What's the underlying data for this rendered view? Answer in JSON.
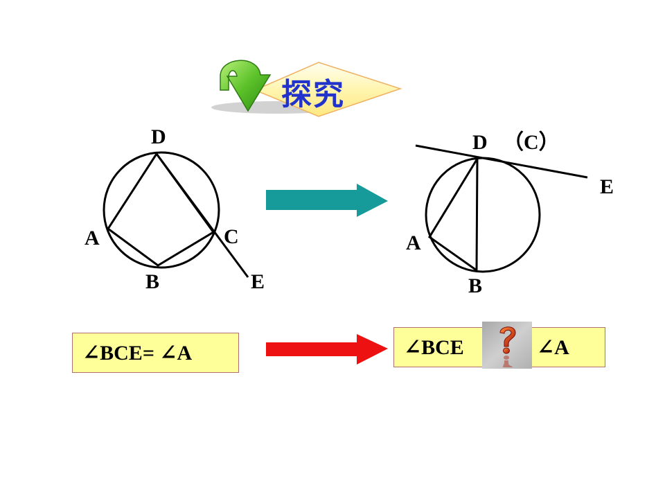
{
  "slide": {
    "title": "探究"
  },
  "left_figure": {
    "labels": {
      "A": "A",
      "B": "B",
      "C": "C",
      "D": "D",
      "E": "E"
    }
  },
  "right_figure": {
    "labels": {
      "A": "A",
      "B": "B",
      "D": "D",
      "C_paren": "（C）",
      "E": "E"
    }
  },
  "equations": {
    "left": "∠BCE= ∠A",
    "right_start": "∠BCE",
    "right_end": "∠A"
  },
  "colors": {
    "teal_arrow": "#169a9a",
    "red_arrow": "#ee1111",
    "box_fill": "#ffff99",
    "title_text": "#2233cc",
    "green_arrow": "#5cc22a"
  },
  "icons": {
    "title_badge": "green-curved-arrow-icon",
    "mystery": "question-mark-icon"
  }
}
